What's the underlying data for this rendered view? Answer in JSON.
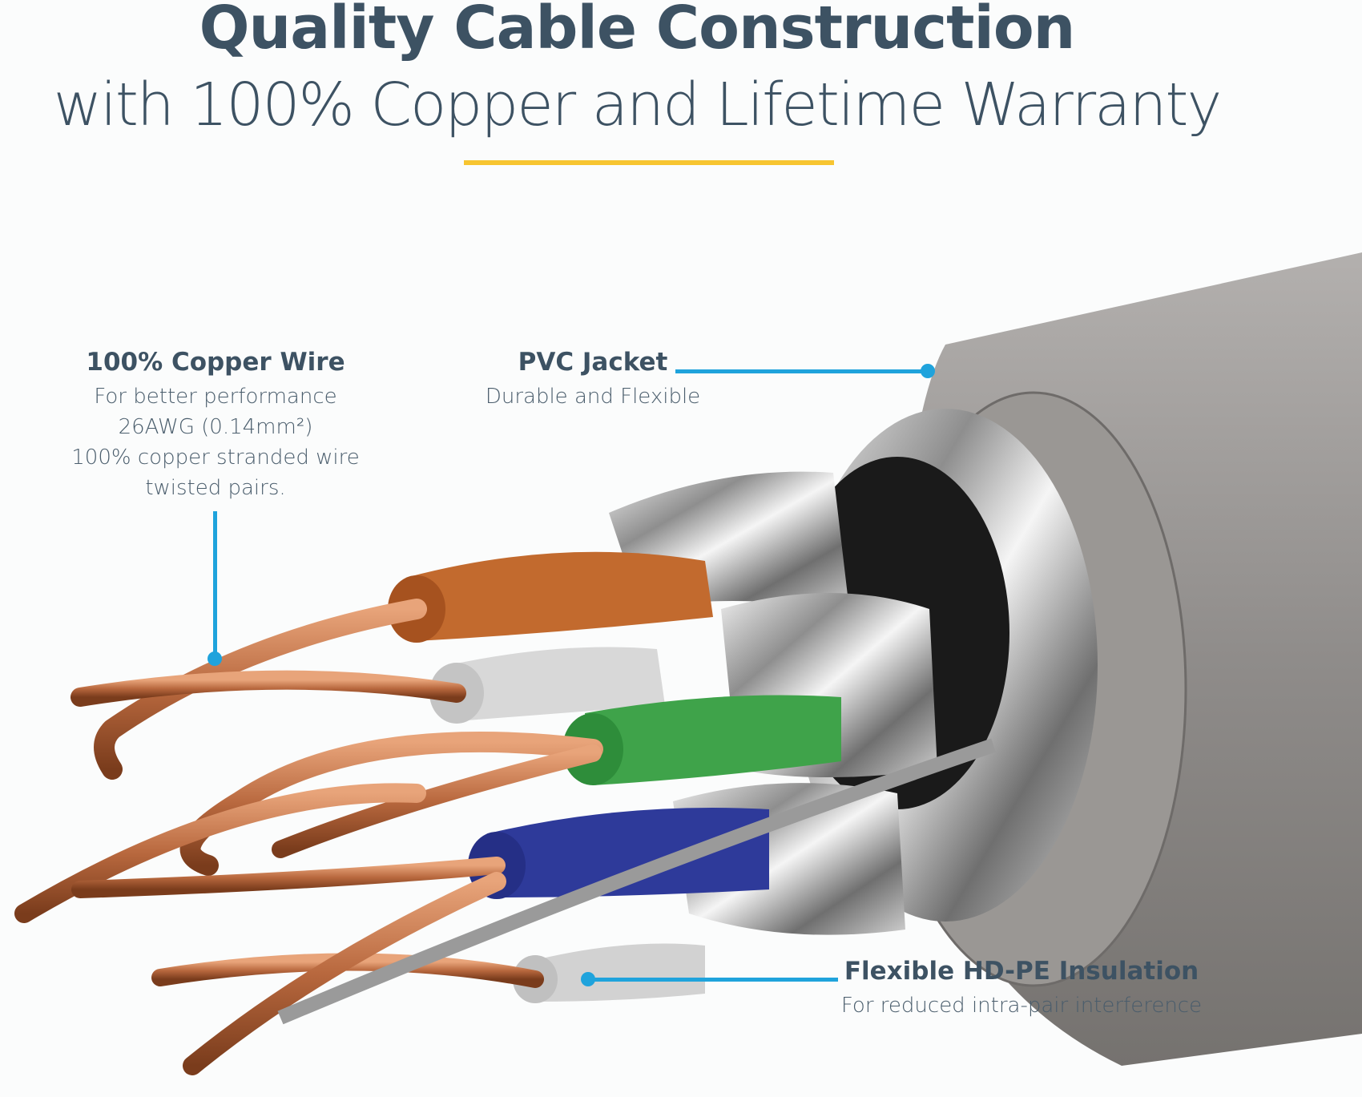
{
  "title": {
    "line1": "Quality Cable Construction",
    "line2": "with 100% Copper and Lifetime Warranty"
  },
  "callouts": {
    "copper": {
      "heading": "100% Copper Wire",
      "lines": [
        "For better performance",
        "26AWG (0.14mm²)",
        "100% copper stranded wire",
        "twisted pairs."
      ]
    },
    "jacket": {
      "heading": "PVC Jacket",
      "lines": [
        "Durable and Flexible"
      ]
    },
    "insulation": {
      "heading": "Flexible HD-PE Insulation",
      "lines": [
        "For reduced intra-pair interference"
      ]
    }
  },
  "colors": {
    "accent": "#1fa3dc",
    "rule": "#f7c531",
    "text": "#3d5263"
  }
}
